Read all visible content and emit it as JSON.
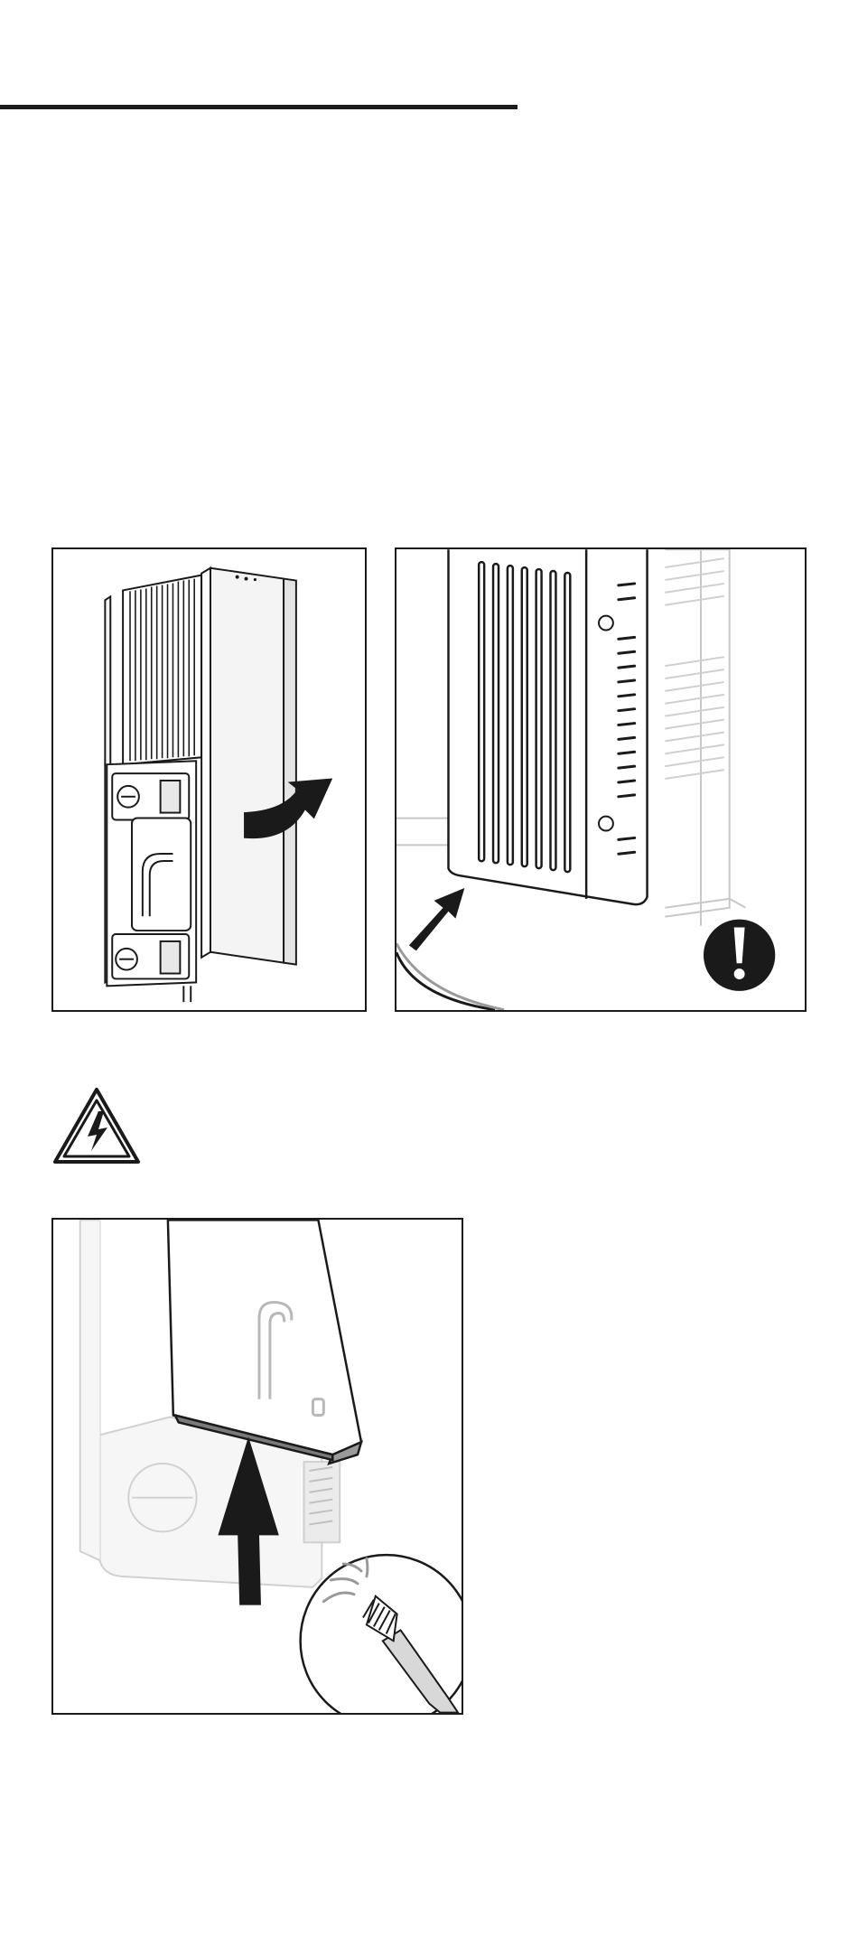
{
  "page": {
    "figures": [
      {
        "name": "open-hinged-panel",
        "icon": "curved-arrow-right-icon"
      },
      {
        "name": "foot-fixing-detail",
        "icon": "exclamation-icon"
      },
      {
        "name": "clean-air-inlet",
        "icon": "brush-icon"
      }
    ],
    "warning_icon": "electric-shock-warning-icon"
  }
}
